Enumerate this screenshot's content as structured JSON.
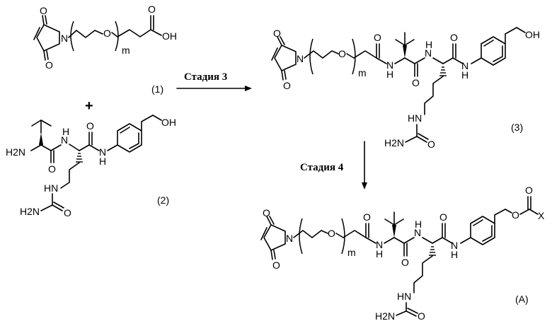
{
  "reactions": [
    {
      "label": "Стадия 3"
    },
    {
      "label": "Стадия 4"
    }
  ],
  "compounds": [
    {
      "id": "(1)",
      "parts": {
        "o_top": "O",
        "o_bot": "O",
        "n": "N",
        "o_chain": "O",
        "m": "m",
        "o_acid": "O",
        "oh": "OH"
      }
    },
    {
      "id": "(2)",
      "parts": {
        "h2n": "H2N",
        "nh1": "N",
        "o1": "O",
        "nh2": "N",
        "o2": "O",
        "nh3": "N",
        "oh": "OH",
        "hn": "HN",
        "o3": "O",
        "h2n2": "H2N"
      }
    },
    {
      "id": "(3)",
      "parts": {
        "o_top": "O",
        "o_bot": "O",
        "n": "N",
        "o_chain": "O",
        "m": "m",
        "o_c": "O",
        "nh": "N",
        "o_v": "O",
        "nh2": "N",
        "o_r": "O",
        "nh3": "N",
        "oh": "OH",
        "hn": "HN",
        "o_u": "O",
        "h2n": "H2N"
      }
    },
    {
      "id": "(A)",
      "parts": {
        "o_top": "O",
        "o_bot": "O",
        "n": "N",
        "o_chain": "O",
        "m": "m",
        "o_c": "O",
        "nh": "N",
        "o_v": "O",
        "nh2": "N",
        "o_r": "O",
        "nh3": "N",
        "o_ester": "O",
        "o_co": "O",
        "x": "X",
        "hn": "HN",
        "o_u": "O",
        "h2n": "H2N"
      }
    }
  ],
  "plus": "+",
  "h": "H"
}
